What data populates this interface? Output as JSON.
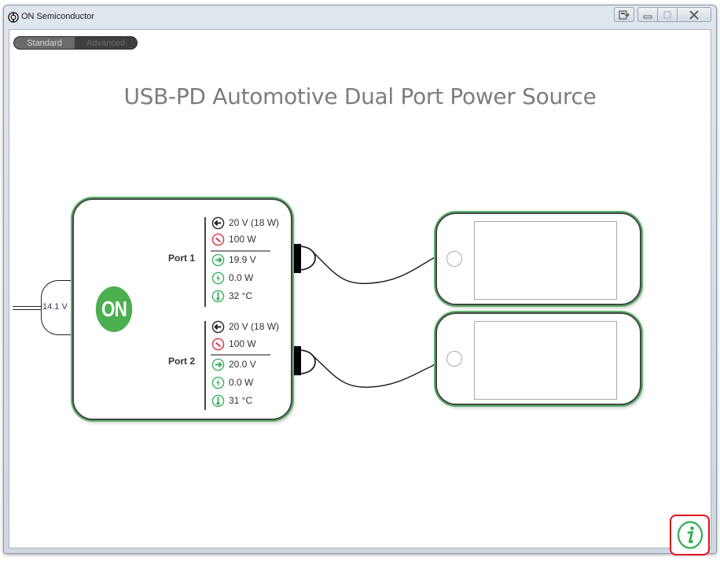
{
  "window": {
    "title": "ON Semiconductor",
    "controls": [
      "restore-icon",
      "minimize-icon",
      "maximize-icon",
      "close-icon"
    ]
  },
  "mode_toggle": {
    "options": [
      "Standard",
      "Advanced"
    ],
    "selected": "Standard"
  },
  "page": {
    "title": "USB-PD Automotive Dual Port Power Source"
  },
  "source": {
    "logo_text": "ON",
    "input_voltage": "14.1 V",
    "colors": {
      "brand_green": "#4caf50",
      "outline_green": "#5cb36b"
    }
  },
  "ports": [
    {
      "label": "Port 1",
      "contract": {
        "icon": "arrow-left-icon",
        "value": "20 V (18 W)"
      },
      "max_power": {
        "icon": "gauge-icon",
        "value": "100 W"
      },
      "output_voltage": {
        "icon": "arrow-right-icon",
        "value": "19.9 V"
      },
      "output_power": {
        "icon": "lightning-icon",
        "value": "0.0 W"
      },
      "temperature": {
        "icon": "thermometer-icon",
        "value": "32 °C"
      }
    },
    {
      "label": "Port 2",
      "contract": {
        "icon": "arrow-left-icon",
        "value": "20 V (18 W)"
      },
      "max_power": {
        "icon": "gauge-icon",
        "value": "100 W"
      },
      "output_voltage": {
        "icon": "arrow-right-icon",
        "value": "20.0 V"
      },
      "output_power": {
        "icon": "lightning-icon",
        "value": "0.0 W"
      },
      "temperature": {
        "icon": "thermometer-icon",
        "value": "31 °C"
      }
    }
  ],
  "devices": [
    {
      "type": "phone",
      "connected_port": "Port 1"
    },
    {
      "type": "phone",
      "connected_port": "Port 2"
    }
  ],
  "info_button": {
    "icon": "info-icon",
    "highlight_color": "#e0101e"
  }
}
